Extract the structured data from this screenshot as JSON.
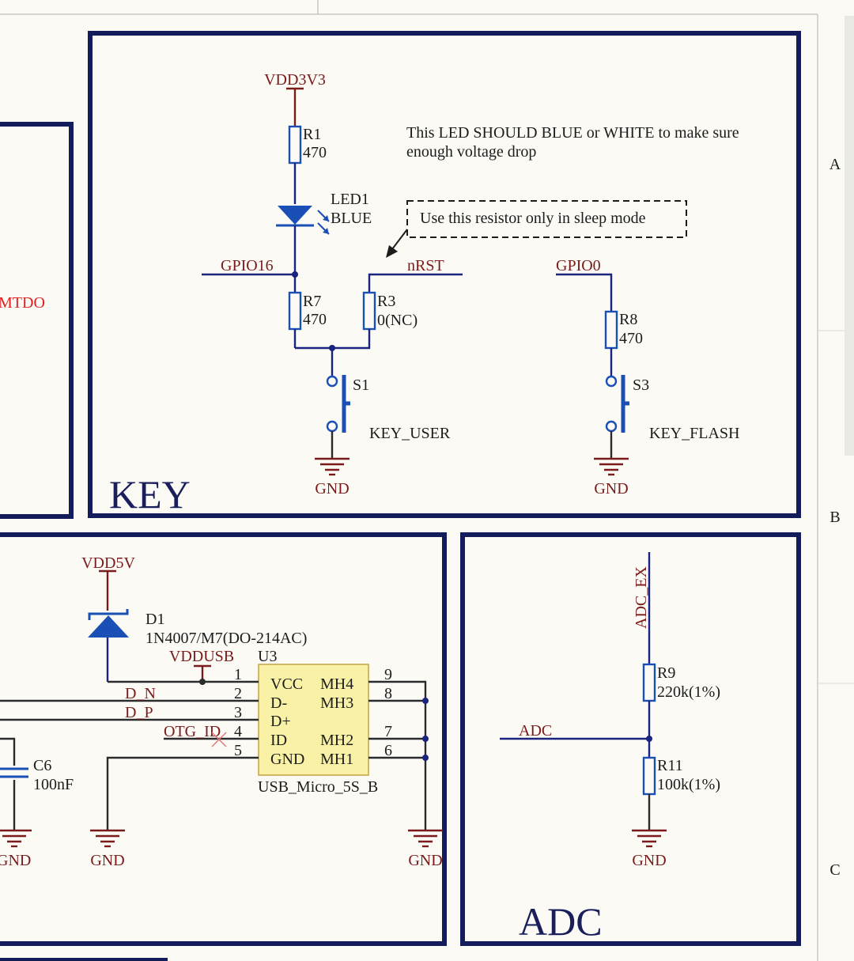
{
  "zones": {
    "a": "A",
    "b": "B",
    "c": "C"
  },
  "blocks": {
    "key_title": "KEY",
    "adc_title": "ADC"
  },
  "notes": {
    "led_note_line1": "This LED SHOULD BLUE or WHITE to make sure",
    "led_note_line2": "enough voltage drop",
    "resistor_note": "Use this resistor only in sleep mode"
  },
  "nets": {
    "vdd3v3": "VDD3V3",
    "gpio16": "GPIO16",
    "nrst": "nRST",
    "gpio0": "GPIO0",
    "mtdo": "MTDO",
    "gnd": "GND",
    "vdd5v": "VDD5V",
    "vddusb": "VDDUSB",
    "dn": "D_N",
    "dp": "D_P",
    "otg_id": "OTG_ID",
    "adc": "ADC",
    "adc_ex": "ADC_EX"
  },
  "components": {
    "r1": {
      "ref": "R1",
      "value": "470"
    },
    "led1": {
      "ref": "LED1",
      "value": "BLUE"
    },
    "r7": {
      "ref": "R7",
      "value": "470"
    },
    "r3": {
      "ref": "R3",
      "value": "0(NC)"
    },
    "r8": {
      "ref": "R8",
      "value": "470"
    },
    "s1": {
      "ref": "S1",
      "label": "KEY_USER"
    },
    "s3": {
      "ref": "S3",
      "label": "KEY_FLASH"
    },
    "d1": {
      "ref": "D1",
      "value": "1N4007/M7(DO-214AC)"
    },
    "u3": {
      "ref": "U3",
      "value": "USB_Micro_5S_B",
      "left_pins": [
        "VCC",
        "D-",
        "D+",
        "ID",
        "GND"
      ],
      "right_pins": [
        "MH4",
        "MH3",
        "MH2",
        "MH1"
      ],
      "left_pin_numbers": [
        "1",
        "2",
        "3",
        "4",
        "5"
      ],
      "right_pin_numbers": [
        "9",
        "8",
        "7",
        "6"
      ]
    },
    "c6": {
      "ref": "C6",
      "value": "100nF"
    },
    "r9": {
      "ref": "R9",
      "value": "220k(1%)"
    },
    "r11": {
      "ref": "R11",
      "value": "100k(1%)"
    }
  }
}
